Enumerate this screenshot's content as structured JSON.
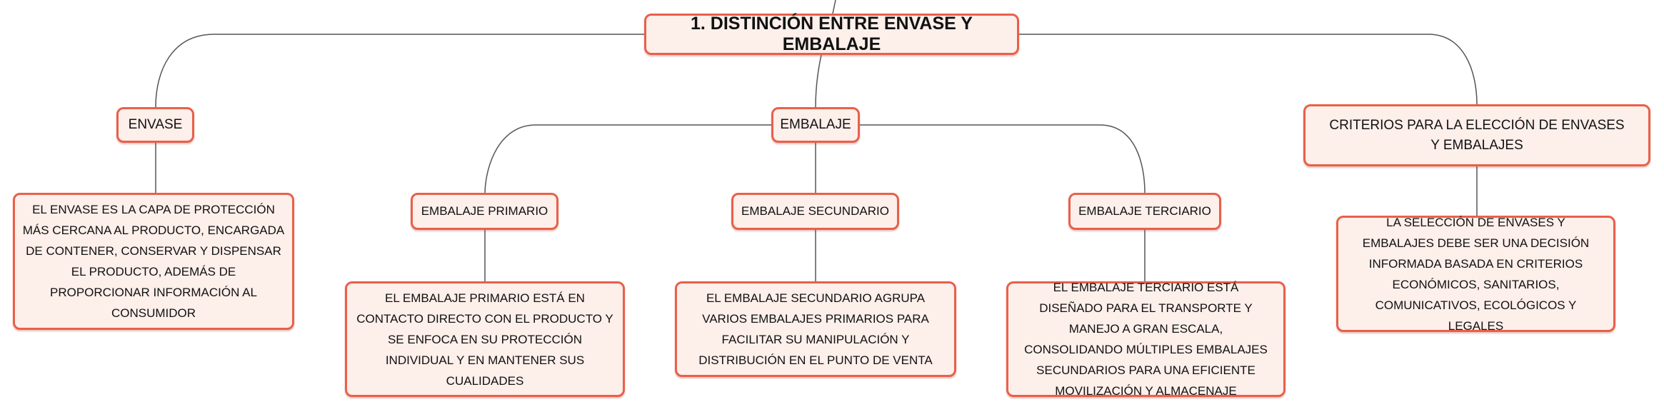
{
  "title": "1. DISTINCIÓN ENTRE ENVASE Y EMBALAJE",
  "envase": {
    "label": "ENVASE",
    "description": "EL ENVASE ES LA CAPA DE PROTECCIÓN MÁS CERCANA AL PRODUCTO, ENCARGADA DE CONTENER, CONSERVAR Y DISPENSAR EL PRODUCTO, ADEMÁS DE PROPORCIONAR INFORMACIÓN AL CONSUMIDOR"
  },
  "embalaje": {
    "label": "EMBALAJE",
    "children": [
      {
        "label": "EMBALAJE PRIMARIO",
        "description": "EL EMBALAJE PRIMARIO ESTÁ EN CONTACTO DIRECTO CON EL PRODUCTO Y SE ENFOCA EN SU PROTECCIÓN INDIVIDUAL Y EN MANTENER SUS CUALIDADES"
      },
      {
        "label": "EMBALAJE SECUNDARIO",
        "description": "EL EMBALAJE SECUNDARIO AGRUPA VARIOS EMBALAJES PRIMARIOS PARA FACILITAR SU MANIPULACIÓN Y DISTRIBUCIÓN EN EL PUNTO DE VENTA"
      },
      {
        "label": "EMBALAJE TERCIARIO",
        "description": "EL EMBALAJE TERCIARIO ESTÁ DISEÑADO PARA EL TRANSPORTE Y MANEJO A GRAN ESCALA, CONSOLIDANDO MÚLTIPLES EMBALAJES SECUNDARIOS PARA UNA EFICIENTE MOVILIZACIÓN Y ALMACENAJE"
      }
    ]
  },
  "criterios": {
    "label": "CRITERIOS PARA LA ELECCIÓN DE ENVASES Y EMBALAJES",
    "description": "LA SELECCIÓN DE ENVASES Y EMBALAJES DEBE SER UNA DECISIÓN INFORMADA BASADA EN CRITERIOS ECONÓMICOS, SANITARIOS, COMUNICATIVOS, ECOLÓGICOS Y LEGALES"
  },
  "colors": {
    "border": "#e9604b",
    "fill": "#fdefea",
    "line": "#555555"
  }
}
